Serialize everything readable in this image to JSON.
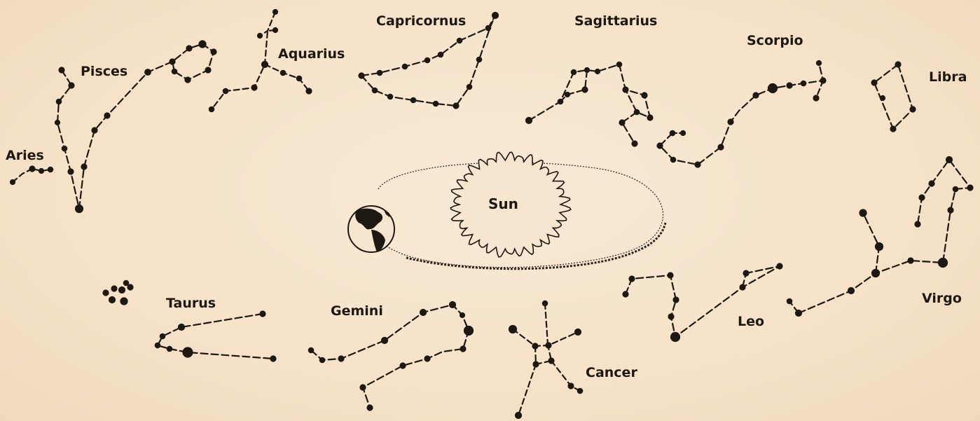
{
  "labels": {
    "sun": "Sun",
    "aries": "Aries",
    "pisces": "Pisces",
    "aquarius": "Aquarius",
    "capricornus": "Capricornus",
    "sagittarius": "Sagittarius",
    "scorpio": "Scorpio",
    "libra": "Libra",
    "virgo": "Virgo",
    "leo": "Leo",
    "cancer": "Cancer",
    "gemini": "Gemini",
    "taurus": "Taurus"
  },
  "colors": {
    "paper": "#f7e6cf",
    "ink": "#1e1812"
  },
  "icons": {
    "earth": "earth-globe-icon",
    "sun": "sun-icon"
  }
}
